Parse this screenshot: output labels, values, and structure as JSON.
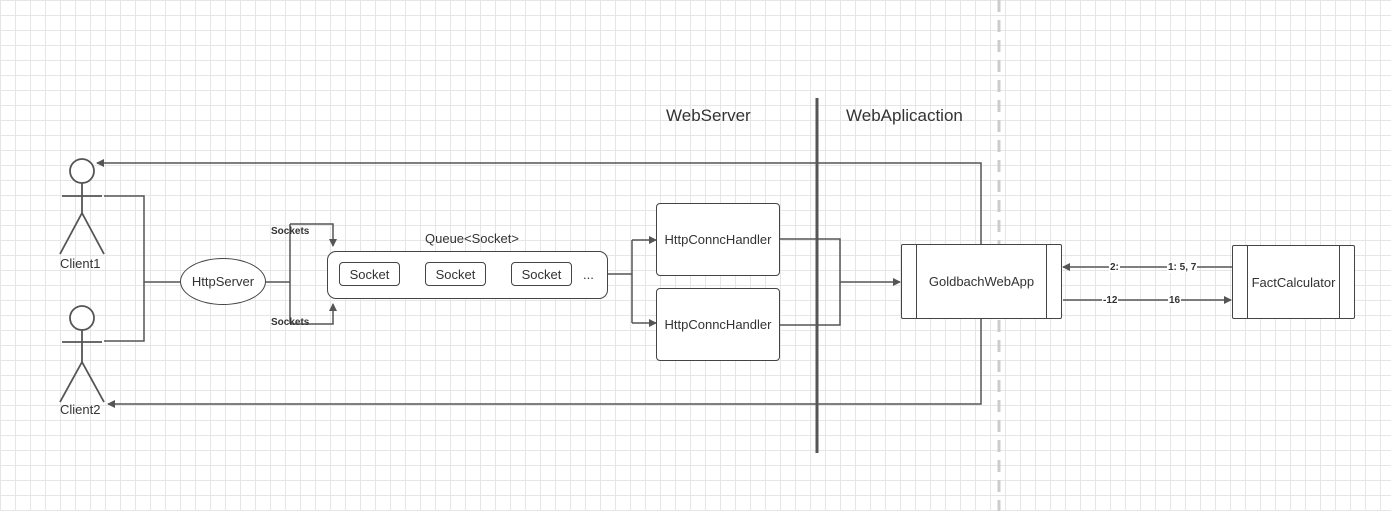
{
  "sections": {
    "web_server": "WebServer",
    "web_application": "WebAplicaction"
  },
  "actors": {
    "client1": "Client1",
    "client2": "Client2"
  },
  "http_server": "HttpServer",
  "sockets_labels": {
    "top": "Sockets",
    "bottom": "Sockets"
  },
  "queue": {
    "title": "Queue<Socket>",
    "items": [
      "Socket",
      "Socket",
      "Socket"
    ],
    "ellipsis": "..."
  },
  "handlers": [
    "HttpConncHandler",
    "HttpConncHandler"
  ],
  "web_app": "GoldbachWebApp",
  "calculator": "FactCalculator",
  "messages": {
    "return_left": "2:",
    "return_right": "1: 5, 7",
    "request_left": "-12",
    "request_right": "16"
  },
  "colors": {
    "line": "#555555",
    "grid": "#e6e6e6",
    "divider": "#cccccc"
  }
}
